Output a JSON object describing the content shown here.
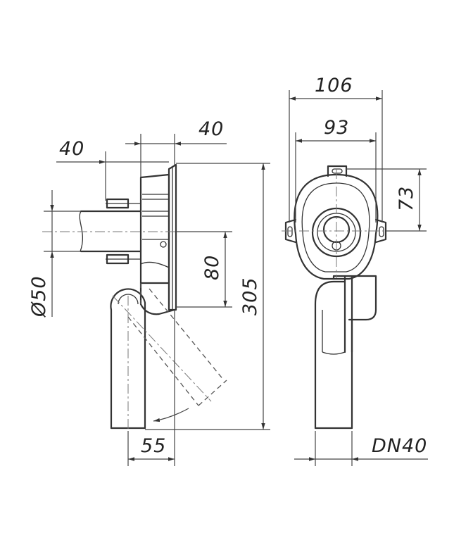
{
  "dimensions": {
    "wall_thickness": "40",
    "flange_offset": "40",
    "height_80": "80",
    "total_height": "305",
    "pipe_diameter": "Ø50",
    "outlet_offset": "55",
    "width_total": "106",
    "width_mount": "93",
    "mount_height": "73",
    "nominal_diameter": "DN40"
  },
  "colors": {
    "line": "#333333",
    "background": "#ffffff"
  }
}
